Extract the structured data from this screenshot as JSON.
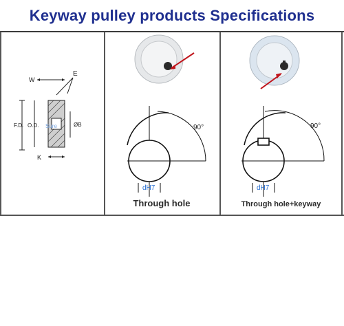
{
  "page": {
    "title": "Keyway pulley products Specifications"
  },
  "panels": {
    "dimensions": {
      "labels": {
        "w": "W",
        "e": "E",
        "fd": "F.D.",
        "od": "O.D.",
        "b": "ØB",
        "k": "K"
      }
    },
    "through_hole": {
      "caption": "Through hole",
      "bore": "dH7",
      "angle": "90°"
    },
    "through_hole_keyway": {
      "caption": "Through hole+keyway",
      "bore": "dH7",
      "angle": "90°"
    }
  },
  "colors": {
    "title": "#1f2f8f",
    "arrow": "#c0141b",
    "bore_label": "#2a6fd0",
    "border": "#555555"
  }
}
